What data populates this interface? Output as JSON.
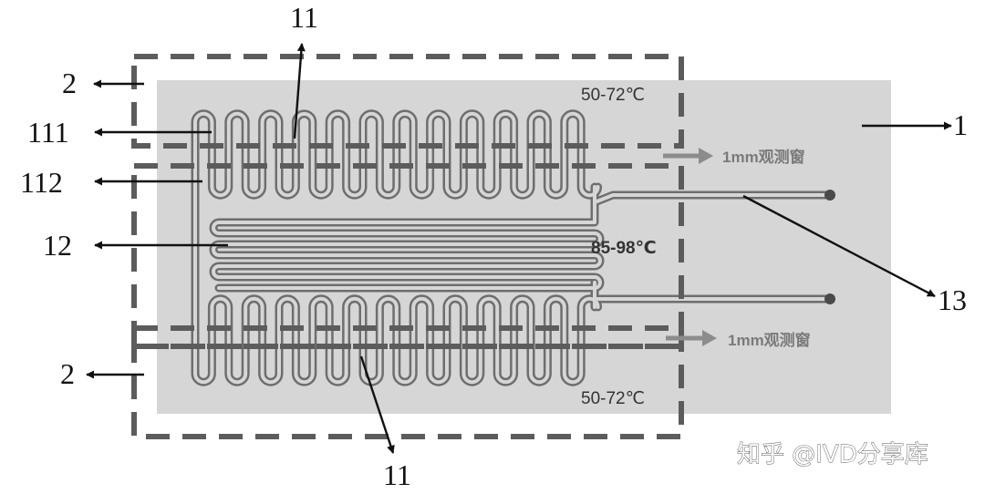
{
  "labels": {
    "l1": "1",
    "l2_top": "2",
    "l2_bottom": "2",
    "l11_top": "11",
    "l11_bottom": "11",
    "l111": "111",
    "l112": "112",
    "l12": "12",
    "l13": "13"
  },
  "temperatures": {
    "top_zone": "50-72℃",
    "middle_zone": "85-98℃",
    "bottom_zone": "50-72℃"
  },
  "windows": {
    "top": "1mm观测窗",
    "bottom": "1mm观测窗"
  },
  "watermark": "知乎 @IVD分享库",
  "colors": {
    "chip": "#d6d6d6",
    "channel": "#6e6e6e",
    "dashed": "#5c5c5c",
    "arrow_gray": "#8c8c8c"
  }
}
